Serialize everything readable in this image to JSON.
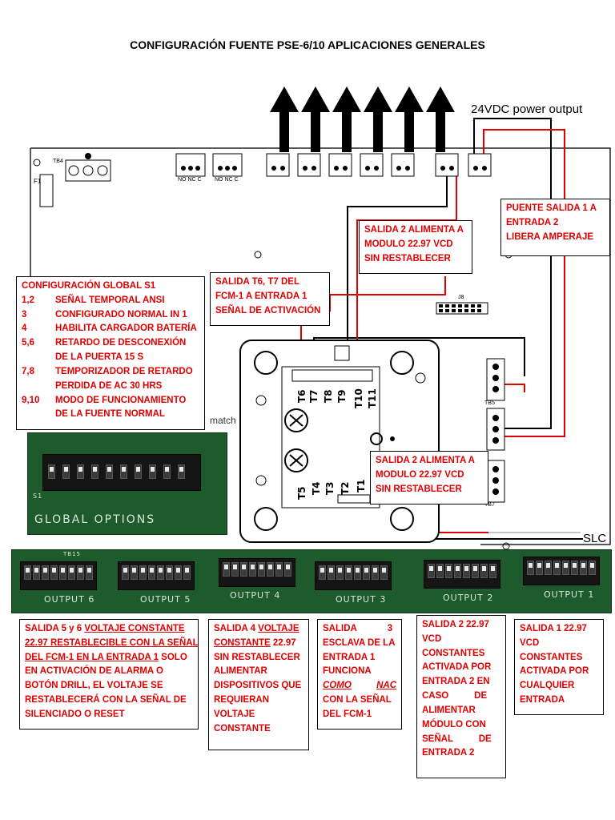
{
  "title": "CONFIGURACIÓN FUENTE PSE-6/10 APLICACIONES GENERALES",
  "colors": {
    "note_text": "#e00000",
    "wire_red": "#e00000",
    "wire_black": "#000000",
    "board_green": "#1d5a2c"
  },
  "board": {
    "power_output_label": "24VDC power output",
    "slc_label": "SLC",
    "match_text": "match",
    "global_options_label": "GLOBAL OPTIONS",
    "terminal_labels": [
      "T6",
      "T7",
      "T8",
      "T9",
      "T10",
      "T11"
    ],
    "terminal_labels_lower": [
      "T5",
      "T4",
      "T3",
      "T2",
      "T1"
    ],
    "small_labels": {
      "tb4": "TB4",
      "f1": "F1",
      "j8": "J8",
      "tb5": "TB5",
      "tb7": "TB7",
      "tb15": "TB15",
      "s1": "S1",
      "no_nc_c": "NO NC C"
    },
    "outputs": [
      "OUTPUT 6",
      "OUTPUT 5",
      "OUTPUT 4",
      "OUTPUT 3",
      "OUTPUT 2",
      "OUTPUT 1"
    ]
  },
  "notes": {
    "puente": [
      "PUENTE SALIDA 1 A",
      "ENTRADA 2",
      "LIBERA AMPERAJE"
    ],
    "salida2_top": [
      "SALIDA 2 ALIMENTA A",
      "MODULO  22.97  VCD",
      "SIN RESTABLECER"
    ],
    "salida_t6t7": [
      "SALIDA  T6,  T7  DEL",
      "FCM-1  A  ENTRADA  1",
      "SEÑAL DE ACTIVACIÓN"
    ],
    "salida2_mid": [
      "SALIDA 2 ALIMENTA A",
      "MODULO  22.97  VCD",
      "SIN RESTABLECER"
    ],
    "global": {
      "heading": "CONFIGURACIÓN GLOBAL S1",
      "rows": [
        {
          "num": "1,2",
          "text": "SEÑAL TEMPORAL ANSI"
        },
        {
          "num": "3",
          "text": "CONFIGURADO NORMAL IN 1"
        },
        {
          "num": "4",
          "text": "HABILITA CARGADOR BATERÍA"
        },
        {
          "num": "5,6",
          "text": "RETARDO  DE  DESCONEXIÓN",
          "cont": "DE LA PUERTA 15 S"
        },
        {
          "num": "7,8",
          "text": "TEMPORIZADOR DE RETARDO",
          "cont": "PERDIDA DE AC 30 HRS"
        },
        {
          "num": "9,10",
          "text": "MODO  DE  FUNCIONAMIENTO",
          "cont": "DE LA FUENTE NORMAL"
        }
      ]
    },
    "bottom_56": {
      "l1a": "SALIDA 5 y 6 ",
      "l1b": "VOLTAJE CONSTANTE",
      "l2": "22.97 RESTABLECIBLE CON LA SEÑAL",
      "l3a": "DEL FCM-1 EN LA ENTRADA 1",
      "l3b": " SOLO",
      "l4": "EN  ACTIVACIÓN  DE  ALARMA  O",
      "l5": "BOTÓN  DRILL,  EL  VOLTAJE  SE",
      "l6": "RESTABLECERÁ CON LA SEÑAL DE",
      "l7": "SILENCIADO O RESET"
    },
    "bottom_4": {
      "l1a": "SALIDA 4 ",
      "l1b": "VOLTAJE",
      "l2a": "CONSTANTE",
      "l2b": " 22.97",
      "rest": [
        "SIN RESTABLECER",
        "ALIMENTAR",
        "DISPOSITIVOS QUE",
        "REQUIERAN",
        "VOLTAJE",
        "CONSTANTE"
      ]
    },
    "bottom_3": {
      "l1": "SALIDA            3",
      "l2": "ESCLAVA DE LA",
      "l3": "ENTRADA 1",
      "l4": "FUNCIONA",
      "l5a": "COMO",
      "l5b": "NAC",
      "l6": "CON LA SEÑAL",
      "l7": "DEL FCM-1"
    },
    "bottom_2": [
      "SALIDA 2 22.97",
      "VCD",
      "CONSTANTES",
      "ACTIVADA POR",
      "ENTRADA 2 EN",
      "CASO          DE",
      "ALIMENTAR",
      "MÓDULO  CON",
      "SEÑAL          DE",
      "ENTRADA 2"
    ],
    "bottom_1": [
      "SALIDA 1 22.97",
      "VCD",
      "CONSTANTES",
      "ACTIVADA POR",
      "CUALQUIER",
      "ENTRADA"
    ]
  }
}
